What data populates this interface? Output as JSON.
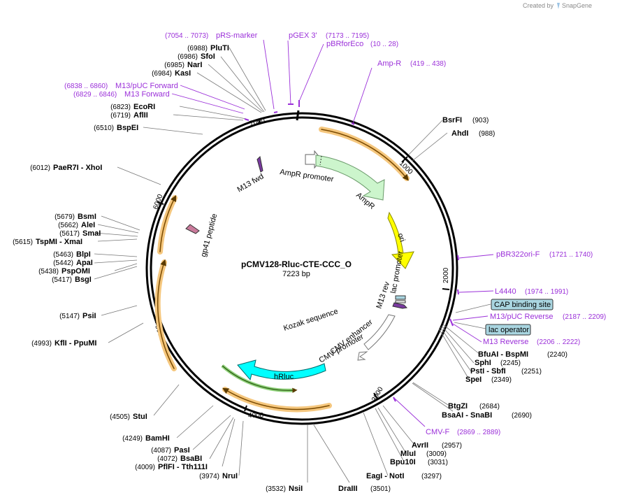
{
  "brand": {
    "created_by": "Created by",
    "name": "SnapGene"
  },
  "plasmid": {
    "name": "pCMV128-Rluc-CTE-CCC_O",
    "size": "7223 bp"
  },
  "ticks": [
    "1000",
    "2000",
    "3000",
    "4000",
    "5000",
    "6000",
    "7000"
  ],
  "enzymes": [
    {
      "pos": "(6988)",
      "name": "PluTI"
    },
    {
      "pos": "(6986)",
      "name": "SfoI"
    },
    {
      "pos": "(6985)",
      "name": "NarI"
    },
    {
      "pos": "(6984)",
      "name": "KasI"
    },
    {
      "pos": "(6823)",
      "name": "EcoRI"
    },
    {
      "pos": "(6719)",
      "name": "AflII"
    },
    {
      "pos": "(6510)",
      "name": "BspEI"
    },
    {
      "pos": "(6012)",
      "name": "PaeR7I - XhoI"
    },
    {
      "pos": "(5679)",
      "name": "BsmI"
    },
    {
      "pos": "(5662)",
      "name": "AleI"
    },
    {
      "pos": "(5617)",
      "name": "SmaI"
    },
    {
      "pos": "(5615)",
      "name": "TspMI - XmaI"
    },
    {
      "pos": "(5463)",
      "name": "BlpI"
    },
    {
      "pos": "(5442)",
      "name": "ApaI"
    },
    {
      "pos": "(5438)",
      "name": "PspOMI"
    },
    {
      "pos": "(5417)",
      "name": "BsgI"
    },
    {
      "pos": "(5147)",
      "name": "PsiI"
    },
    {
      "pos": "(4993)",
      "name": "KflI - PpuMI"
    },
    {
      "pos": "(4505)",
      "name": "StuI"
    },
    {
      "pos": "(4249)",
      "name": "BamHI"
    },
    {
      "pos": "(4087)",
      "name": "PasI"
    },
    {
      "pos": "(4072)",
      "name": "BsaBI"
    },
    {
      "pos": "(4009)",
      "name": "PflFI - Tth111I"
    },
    {
      "pos": "(3974)",
      "name": "NruI"
    },
    {
      "pos": "(3532)",
      "name": "NsiI"
    },
    {
      "pos": "(3501)",
      "name": "DraIII"
    },
    {
      "pos": "(3297)",
      "name": "EagI - NotI"
    },
    {
      "pos": "(3031)",
      "name": "Bpu10I"
    },
    {
      "pos": "(3009)",
      "name": "MluI"
    },
    {
      "pos": "(2957)",
      "name": "AvrII"
    },
    {
      "pos": "(2690)",
      "name": "BsaAI - SnaBI"
    },
    {
      "pos": "(2684)",
      "name": "BtgZI"
    },
    {
      "pos": "(2349)",
      "name": "SpeI"
    },
    {
      "pos": "(2251)",
      "name": "PstI - SbfI"
    },
    {
      "pos": "(2245)",
      "name": "SphI"
    },
    {
      "pos": "(2240)",
      "name": "BfuAI - BspMI"
    },
    {
      "pos": "(903)",
      "name": "BsrFI"
    },
    {
      "pos": "(988)",
      "name": "AhdI"
    }
  ],
  "primers": [
    {
      "range": "(7054 .. 7073)",
      "name": "pRS-marker"
    },
    {
      "range": "(7173 .. 7195)",
      "name": "pGEX 3'"
    },
    {
      "range": "(10 .. 28)",
      "name": "pBRforEco"
    },
    {
      "range": "(419 .. 438)",
      "name": "Amp-R"
    },
    {
      "range": "(6838 .. 6860)",
      "name": "M13/pUC Forward"
    },
    {
      "range": "(6829 .. 6846)",
      "name": "M13 Forward"
    },
    {
      "range": "(1721 .. 1740)",
      "name": "pBR322ori-F"
    },
    {
      "range": "(1974 .. 1991)",
      "name": "L4440"
    },
    {
      "range": "(2187 .. 2209)",
      "name": "M13/pUC Reverse"
    },
    {
      "range": "(2206 .. 2222)",
      "name": "M13 Reverse"
    },
    {
      "range": "(2869 .. 2889)",
      "name": "CMV-F"
    }
  ],
  "boxes": [
    "CAP binding site",
    "lac operator"
  ],
  "features": {
    "ampr_promoter": "AmpR promoter",
    "ampr": "AmpR",
    "ori": "ori",
    "lac_promoter": "lac promoter",
    "m13_rev": "M13 rev",
    "cmv_enhancer": "CMV enhancer",
    "cmv_promoter": "CMV promoter",
    "kozak": "Kozak sequence",
    "hrluc": "hRluc",
    "m13_fwd": "M13 fwd",
    "gp41": "gp41 peptide"
  },
  "colors": {
    "primer": "#9b30d9",
    "ampr": "#ccf5cc",
    "ori": "#ffff00",
    "hrluc": "#00ffff",
    "orf": "#f5c77e",
    "box": "#a9d5e0"
  }
}
